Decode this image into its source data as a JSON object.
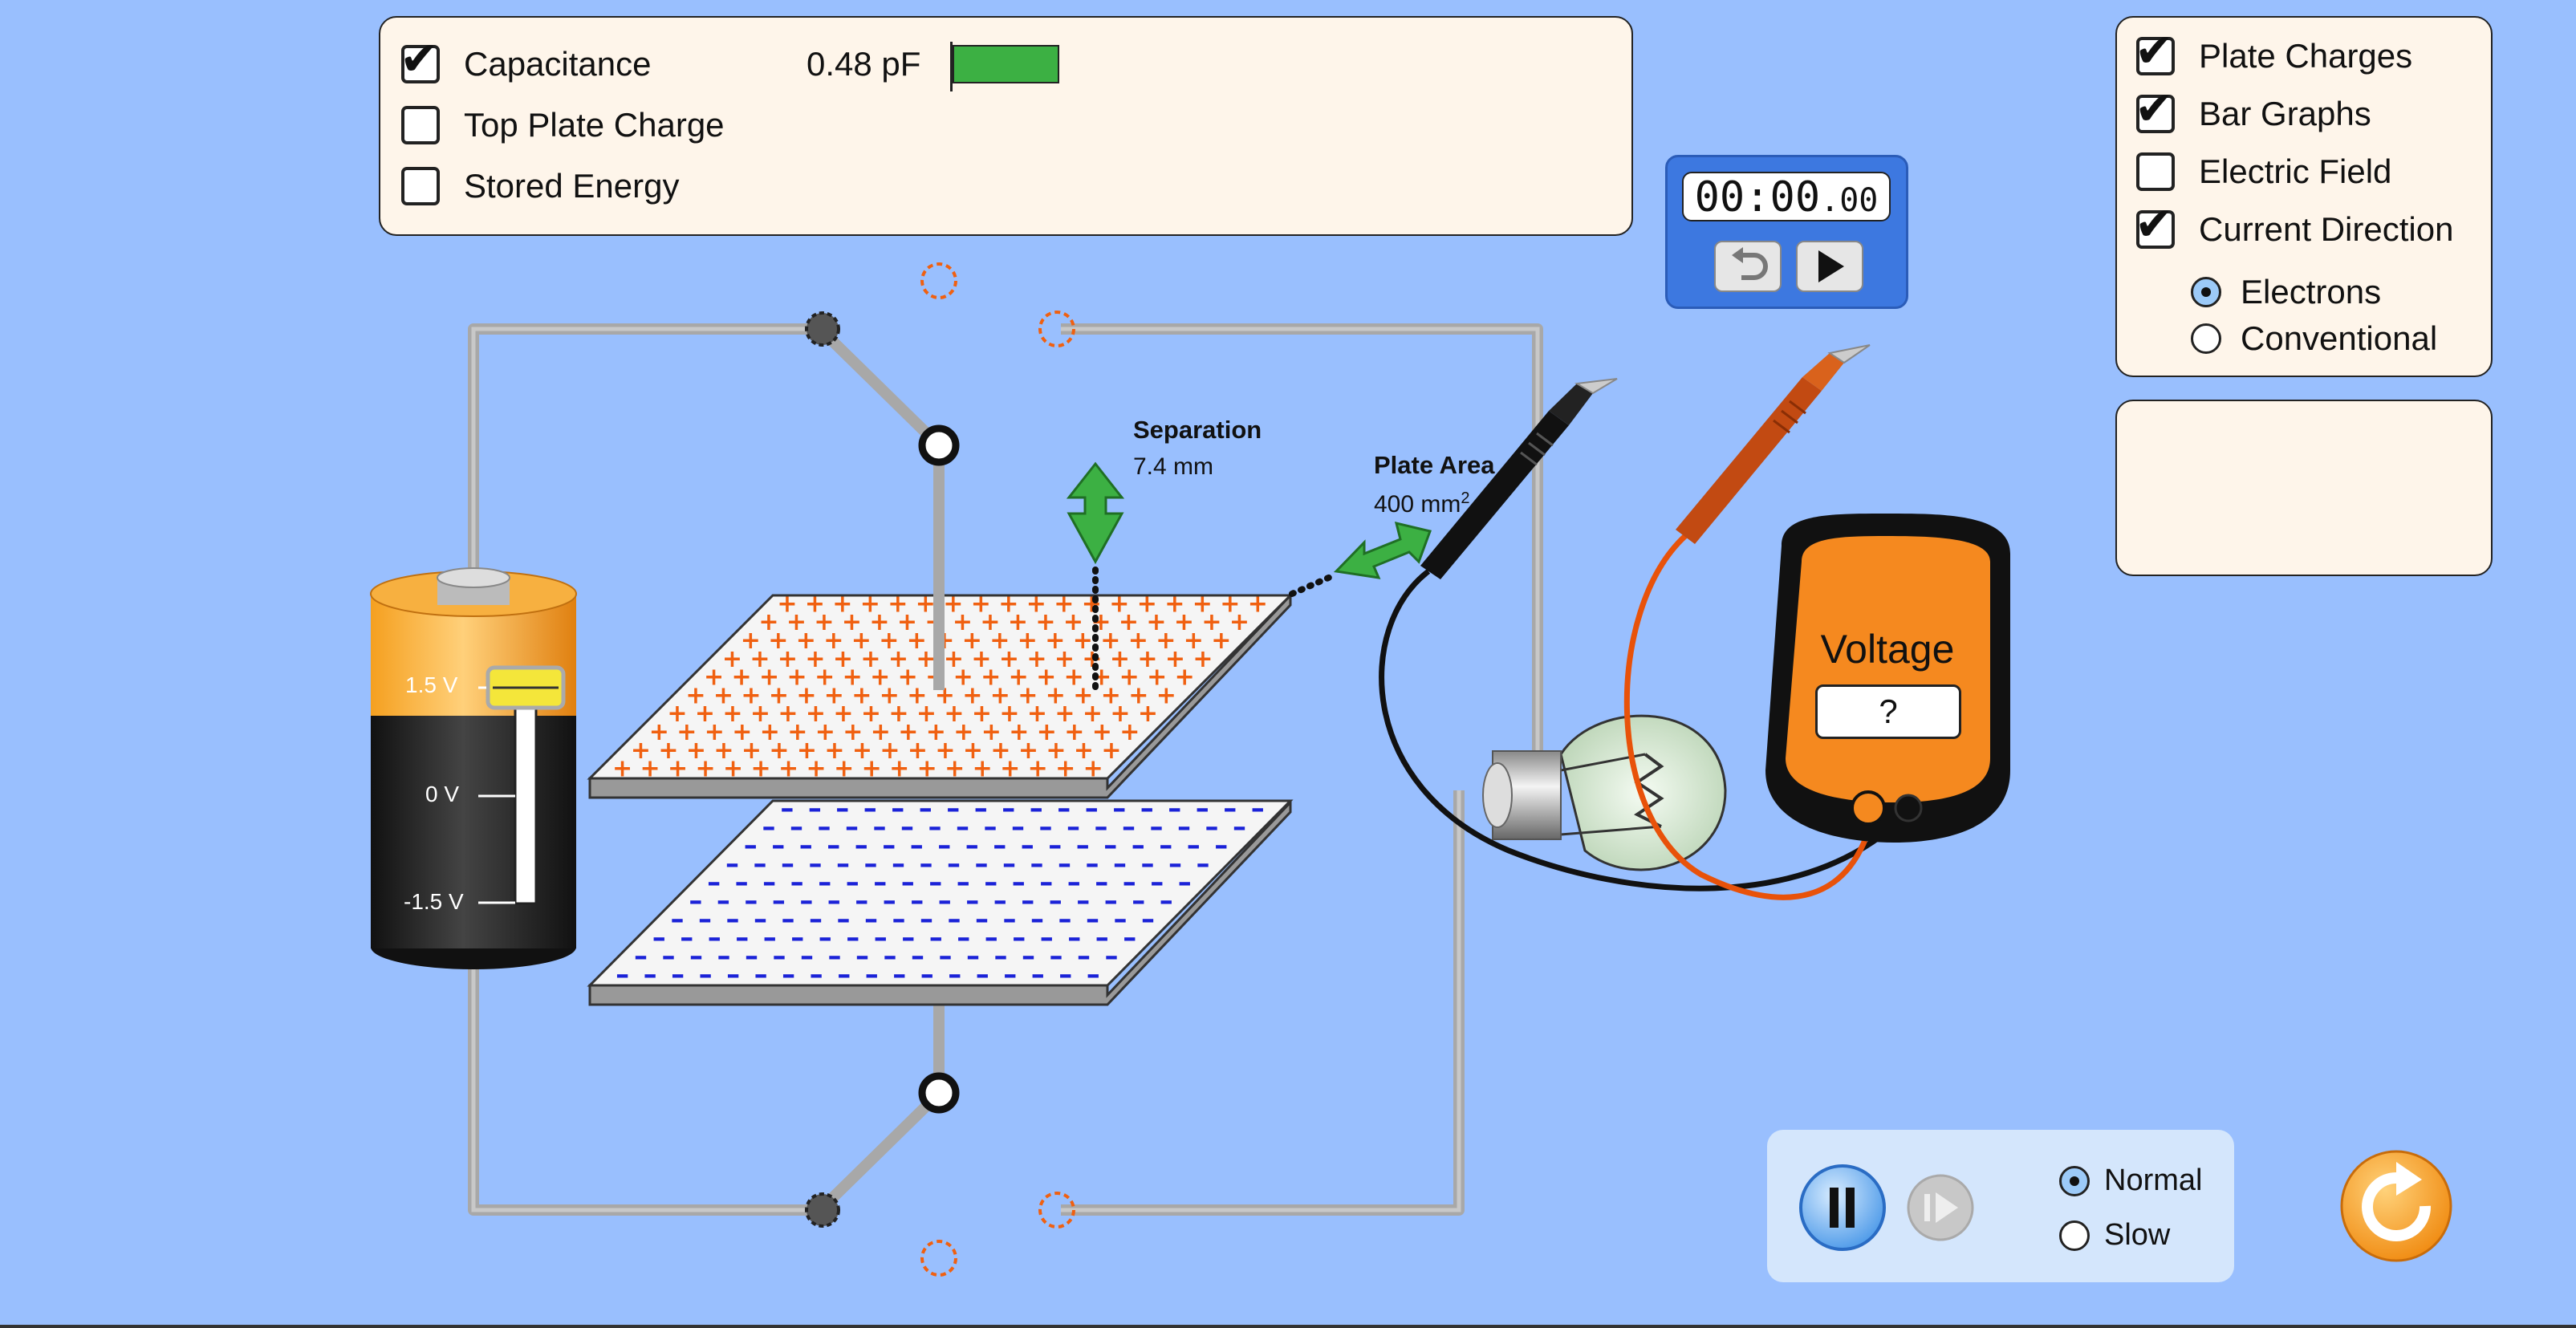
{
  "measure_panel": {
    "items": [
      {
        "label": "Capacitance",
        "checked": true
      },
      {
        "label": "Top Plate Charge",
        "checked": false
      },
      {
        "label": "Stored Energy",
        "checked": false
      }
    ],
    "capacitance_value": "0.48 pF",
    "capacitance_bar_color": "#3cb043"
  },
  "stopwatch": {
    "time_main": "00:00",
    "time_fraction": ".00",
    "reset_icon": "undo-icon",
    "play_icon": "play-icon"
  },
  "view_panel": {
    "items": [
      {
        "label": "Plate Charges",
        "checked": true
      },
      {
        "label": "Bar Graphs",
        "checked": true
      },
      {
        "label": "Electric Field",
        "checked": false
      },
      {
        "label": "Current Direction",
        "checked": true
      }
    ],
    "current_modes": [
      {
        "label": "Electrons",
        "selected": true
      },
      {
        "label": "Conventional",
        "selected": false
      }
    ]
  },
  "battery": {
    "labels": [
      "1.5 V",
      "0 V",
      "-1.5 V"
    ],
    "voltage": "1.5 V"
  },
  "separation": {
    "label": "Separation",
    "value": "7.4 mm"
  },
  "plate_area": {
    "label": "Plate Area",
    "value": "400 mm",
    "unit_sup": "2"
  },
  "voltmeter": {
    "title": "Voltage",
    "reading": "?"
  },
  "time_controls": {
    "pause_icon": "pause-icon",
    "step_icon": "step-forward-icon",
    "speeds": [
      {
        "label": "Normal",
        "selected": true
      },
      {
        "label": "Slow",
        "selected": false
      }
    ]
  },
  "reset_all_icon": "reset-all-icon",
  "colors": {
    "background": "#99bffe",
    "panel": "#fef5ea",
    "positive_charge": "#f06010",
    "negative_charge": "#1a22d8",
    "wire": "#a8a8a8",
    "arrow": "#3cb043",
    "meter_body": "#f5891f"
  }
}
